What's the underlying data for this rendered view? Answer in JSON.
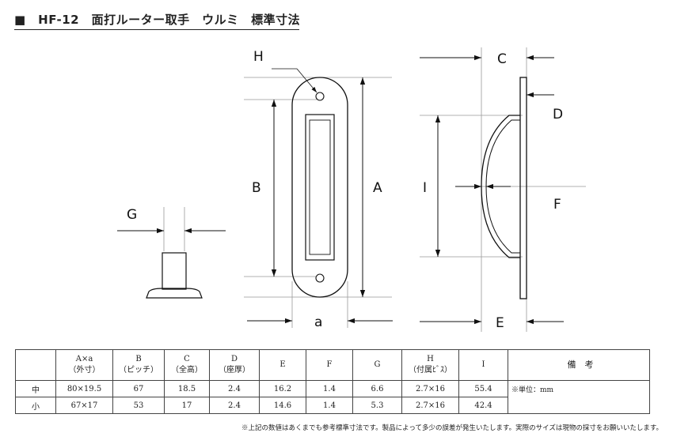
{
  "title": "■　HF-12　面打ルーター取手　ウルミ　標準寸法",
  "dimension_labels": {
    "A": "A",
    "B": "B",
    "C": "C",
    "D": "D",
    "E": "E",
    "F": "F",
    "G": "G",
    "H": "H",
    "I": "I",
    "a": "a"
  },
  "table": {
    "headers": [
      {
        "line1": "A×a",
        "line2": "（外寸）"
      },
      {
        "line1": "B",
        "line2": "（ピッチ）"
      },
      {
        "line1": "C",
        "line2": "（全高）"
      },
      {
        "line1": "D",
        "line2": "（座厚）"
      },
      {
        "line1": "E",
        "line2": ""
      },
      {
        "line1": "F",
        "line2": ""
      },
      {
        "line1": "G",
        "line2": ""
      },
      {
        "line1": "H",
        "line2": "（付属ﾋﾞｽ）"
      },
      {
        "line1": "I",
        "line2": ""
      }
    ],
    "notes_header": "備　考",
    "rows": [
      {
        "label": "中",
        "cells": [
          "80×19.5",
          "67",
          "18.5",
          "2.4",
          "16.2",
          "1.4",
          "6.6",
          "2.7×16",
          "55.4"
        ]
      },
      {
        "label": "小",
        "cells": [
          "67×17",
          "53",
          "17",
          "2.4",
          "14.6",
          "1.4",
          "5.3",
          "2.7×16",
          "42.4"
        ]
      }
    ],
    "notes": "※単位：mm"
  },
  "footnote": "※上記の数値はあくまでも参考標準寸法です。製品によって多少の誤差が発生いたします。実際のサイズは現物の採寸をお願いいたします。"
}
